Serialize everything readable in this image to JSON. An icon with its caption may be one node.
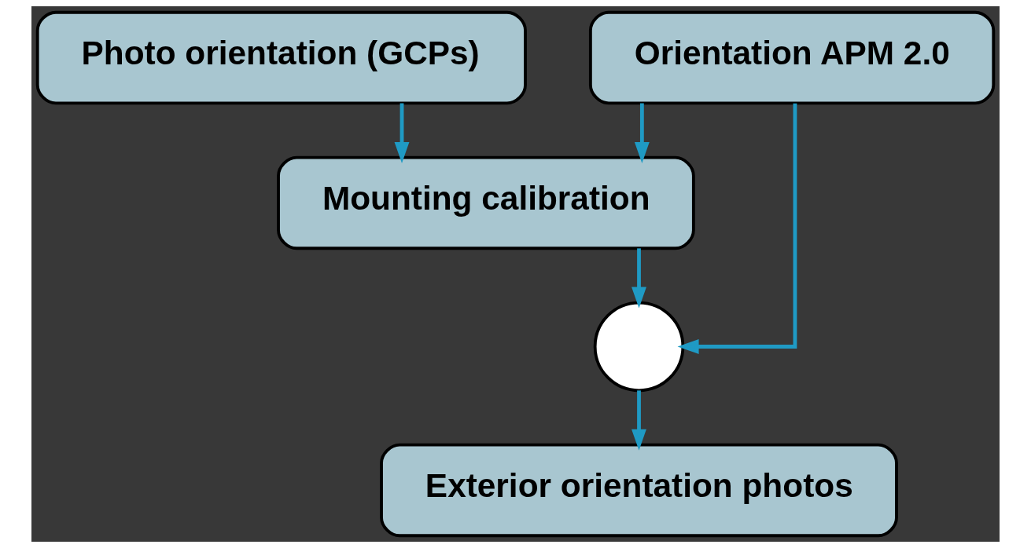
{
  "diagram": {
    "nodes": [
      {
        "text": [
          "Orientation APM 2.0"
        ]
      },
      {
        "text": [
          "Photo orientation (GCPs)"
        ]
      },
      {
        "text": [
          "Mounting calibration"
        ]
      },
      {
        "text": [],
        "shape": "circle"
      },
      {
        "text": [
          "Exterior orientation photos"
        ]
      }
    ],
    "edges": [
      {
        "from": 0,
        "to": 3,
        "arrow": "to"
      },
      {
        "from": 0,
        "to": 2,
        "arrow": "to"
      },
      {
        "from": 1,
        "to": 2,
        "arrow": "to"
      },
      {
        "from": 2,
        "to": 3,
        "arrow": "to"
      },
      {
        "from": 3,
        "to": 4,
        "arrow": "to"
      }
    ]
  }
}
